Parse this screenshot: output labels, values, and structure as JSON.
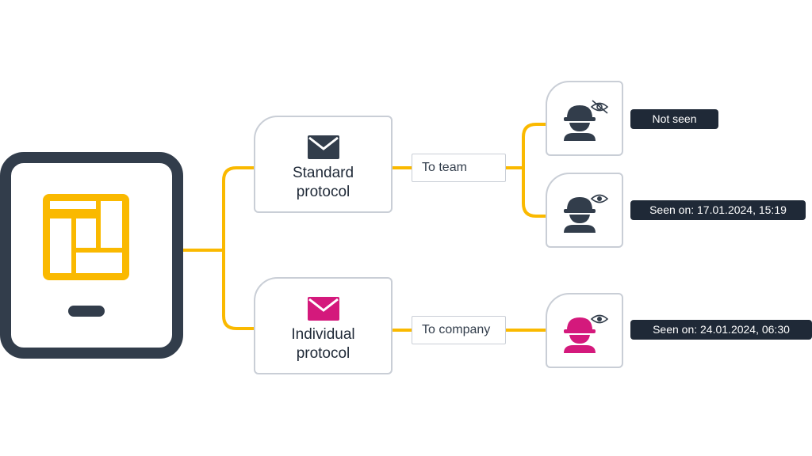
{
  "colors": {
    "accent": "#fab900",
    "dark": "#323d4b",
    "magenta": "#d4197c",
    "border": "#c9ced6"
  },
  "protocols": [
    {
      "label_line1": "Standard",
      "label_line2": "protocol",
      "icon": "envelope-icon",
      "color": "#323d4b"
    },
    {
      "label_line1": "Individual",
      "label_line2": "protocol",
      "icon": "envelope-icon",
      "color": "#d4197c"
    }
  ],
  "routes": [
    {
      "label": "To team"
    },
    {
      "label": "To company"
    }
  ],
  "recipients": [
    {
      "icon": "worker-not-seen-icon",
      "status": "Not seen"
    },
    {
      "icon": "worker-seen-icon",
      "status": "Seen on: 17.01.2024, 15:19"
    },
    {
      "icon": "worker-seen-icon",
      "status": "Seen on: 24.01.2024, 06:30"
    }
  ]
}
